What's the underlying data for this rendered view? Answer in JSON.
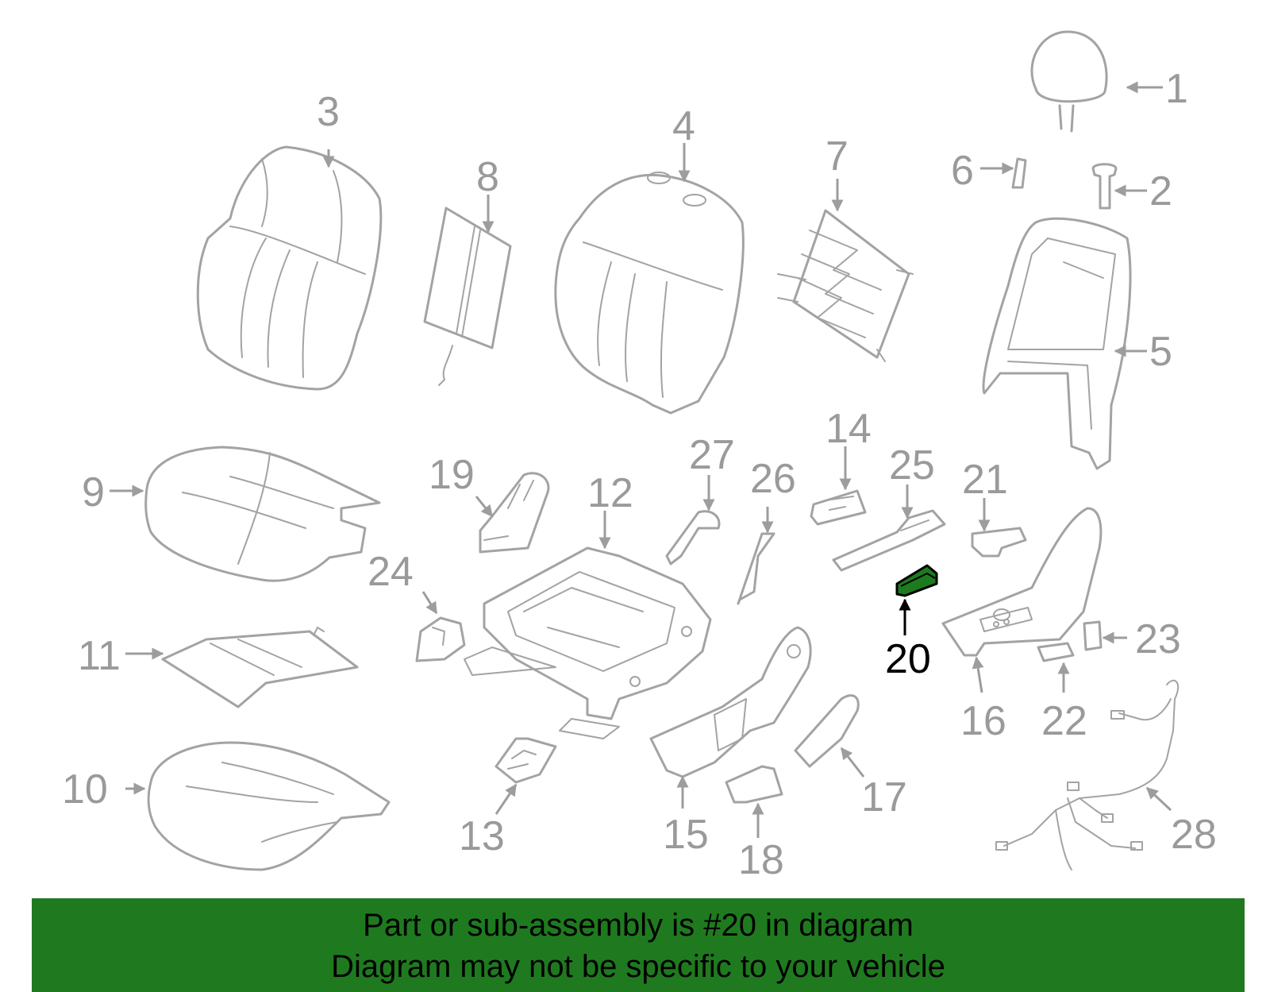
{
  "callouts": {
    "n1": "1",
    "n2": "2",
    "n3": "3",
    "n4": "4",
    "n5": "5",
    "n6": "6",
    "n7": "7",
    "n8": "8",
    "n9": "9",
    "n10": "10",
    "n11": "11",
    "n12": "12",
    "n13": "13",
    "n14": "14",
    "n15": "15",
    "n16": "16",
    "n17": "17",
    "n18": "18",
    "n19": "19",
    "n20": "20",
    "n21": "21",
    "n22": "22",
    "n23": "23",
    "n24": "24",
    "n25": "25",
    "n26": "26",
    "n27": "27",
    "n28": "28"
  },
  "highlight": {
    "part": "20",
    "color": "#1f7a1f"
  },
  "banner": {
    "line1": "Part or sub-assembly is #20 in diagram",
    "line2": "Diagram may not be specific to your vehicle",
    "color": "#1f7a1f"
  }
}
